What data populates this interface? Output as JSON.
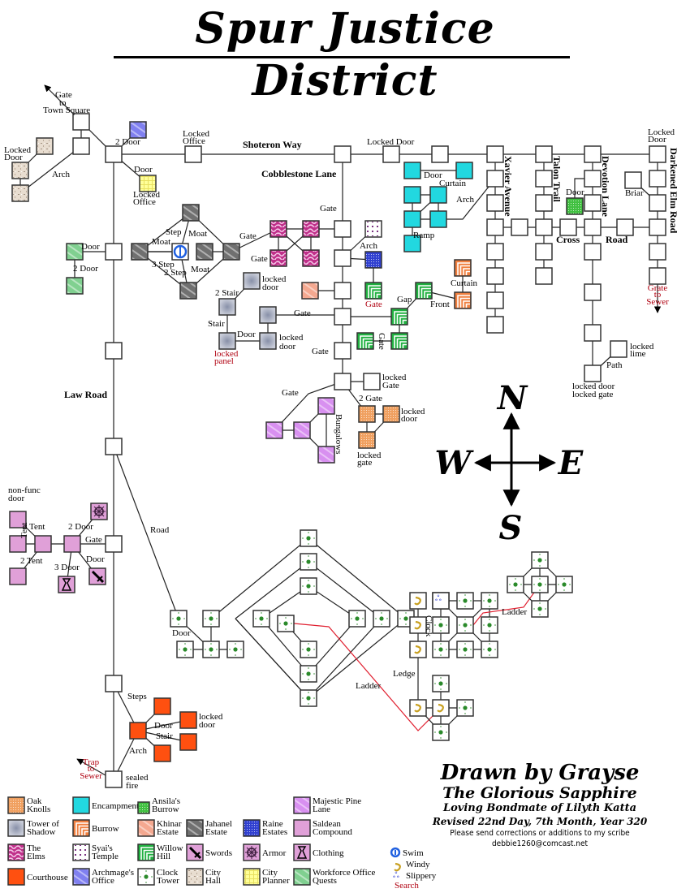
{
  "title": "Spur Justice District",
  "colors": {
    "oak_knolls": "#f0a060",
    "encampment": "#22d8e0",
    "ansilas_burrow": "#40c040",
    "majestic_pine_lane": "#d890f0",
    "tower_of_shadow": "#b8bccc",
    "burrow": "#f08040",
    "khinar_estate": "#f4a890",
    "jahanel_estate": "#707070",
    "raine_estates": "#3040d0",
    "saldean_compound": "#e0a0d8",
    "the_elms": "#c0308a",
    "syais_temple": "#ffffff",
    "willow_hill": "#20b040",
    "swords": "#e0a0d8",
    "armor": "#e0a0d8",
    "clothing": "#e0a0d8",
    "courthouse": "#ff5010",
    "archmages_office": "#8080f0",
    "clock_tower": "#ffffff",
    "city_hall": "#e8ddd0",
    "city_planner": "#ffff99",
    "workforce_office_quests": "#80d090",
    "room": "#ffffff",
    "red_text": "#b00010",
    "red_line": "#e02030"
  },
  "streets": {
    "shoteron_way": "Shoteron Way",
    "cobblestone_lane": "Cobblestone Lane",
    "law_road": "Law Road",
    "xavier_avenue": "Xavier Avenue",
    "talon_trail": "Talon Trail",
    "devotion_lane": "Devotion Lane",
    "darkened_elm_road": "Darkened Elm Road",
    "cross": "Cross",
    "road": "Road",
    "road2": "Road"
  },
  "labels": {
    "gate_to_town_square_1": "Gate",
    "gate_to_town_square_2": "to",
    "gate_to_town_square_3": "Town Square",
    "locked_door_1": "Locked",
    "locked_door_2": "Door",
    "arch_nw": "Arch",
    "two_door_top": "2 Door",
    "locked_office_top_1": "Locked",
    "locked_office_top_2": "Office",
    "door_planner": "Door",
    "locked_office_planner_1": "Locked",
    "locked_office_planner_2": "Office",
    "locked_door_shoteron": "Locked Door",
    "door_wf": "Door",
    "two_door_wf": "2 Door",
    "step": "Step",
    "moat_a": "Moat",
    "moat_b": "Moat",
    "three_step": "3 Step",
    "two_step": "2 Step",
    "moat_c": "Moat",
    "gate_elms": "Gate",
    "gate_elms2": "Gate",
    "gate_cob": "Gate",
    "arch_cob": "Arch",
    "gate_red": "Gate",
    "two_stair": "2 Stair",
    "locked_door_ts1_1": "locked",
    "locked_door_ts1_2": "door",
    "stair": "Stair",
    "door_ts": "Door",
    "locked_panel_1": "locked",
    "locked_panel_2": "panel",
    "gate_ts": "Gate",
    "locked_door_ts2_1": "locked",
    "locked_door_ts2_2": "door",
    "gate_cob2": "Gate",
    "gate_willow": "Gate",
    "gap": "Gap",
    "front": "Front",
    "curtain_burrow": "Curtain",
    "door_enc": "Door",
    "curtain_enc": "Curtain",
    "arch_enc": "Arch",
    "ramp": "Ramp",
    "door_ansila": "Door",
    "briar": "Briar",
    "locked_door_ne_1": "Locked",
    "locked_door_ne_2": "Door",
    "grate_1": "Grate",
    "grate_2": "to",
    "grate_3": "Sewer",
    "path": "Path",
    "locked_lime_1": "locked",
    "locked_lime_2": "lime",
    "locked_door_gate_1": "locked door",
    "locked_door_gate_2": "locked gate",
    "locked_gate_1": "locked",
    "locked_gate_2": "Gate",
    "gate_bung": "Gate",
    "two_gate": "2 Gate",
    "bungalows": "Bungalows",
    "locked_door_oak_1": "locked",
    "locked_door_oak_2": "door",
    "locked_gate_oak_1": "locked",
    "locked_gate_oak_2": "gate",
    "non_func_1": "non-func",
    "non_func_2": "door",
    "three_tent": "3 Tent",
    "tent": "Tent",
    "two_tent": "2 Tent",
    "two_door_sal": "2 Door",
    "gate_sal": "Gate",
    "three_door": "3 Door",
    "door_sal": "Door",
    "road_diag": "Road",
    "door_clock": "Door",
    "ladder_1": "Ladder",
    "ledge": "Ledge",
    "clock": "Clock",
    "ladder_2": "Ladder",
    "steps": "Steps",
    "door_court": "Door",
    "stair_court": "Stair",
    "arch_court": "Arch",
    "locked_door_court_1": "locked",
    "locked_door_court_2": "door",
    "trap_1": "Trap",
    "trap_2": "to",
    "trap_3": "Sewer",
    "sealed_1": "sealed",
    "sealed_2": "fire"
  },
  "compass": {
    "n": "N",
    "s": "S",
    "e": "E",
    "w": "W"
  },
  "legend": [
    {
      "key": "oak_knolls",
      "pattern": "dots",
      "label1": "Oak",
      "label2": "Knolls"
    },
    {
      "key": "encampment",
      "pattern": "solid",
      "label1": "Encampment",
      "label2": ""
    },
    {
      "key": "ansilas_burrow",
      "pattern": "dots",
      "label1": "Ansila's",
      "label2": "Burrow"
    },
    {
      "key": "majestic_pine_lane",
      "pattern": "stripes",
      "label1": "Majestic Pine",
      "label2": "Lane"
    },
    {
      "key": "tower_of_shadow",
      "pattern": "shadow",
      "label1": "Tower of",
      "label2": "Shadow"
    },
    {
      "key": "burrow",
      "pattern": "corner",
      "label1": "Burrow",
      "label2": ""
    },
    {
      "key": "khinar_estate",
      "pattern": "stripes",
      "label1": "Khinar",
      "label2": "Estate"
    },
    {
      "key": "jahanel_estate",
      "pattern": "stripes",
      "label1": "Jahanel",
      "label2": "Estate"
    },
    {
      "key": "raine_estates",
      "pattern": "dots",
      "label1": "Raine",
      "label2": "Estates"
    },
    {
      "key": "saldean_compound",
      "pattern": "solid",
      "label1": "Saldean",
      "label2": "Compound"
    },
    {
      "key": "the_elms",
      "pattern": "marble",
      "label1": "The",
      "label2": "Elms"
    },
    {
      "key": "syais_temple",
      "pattern": "sparse",
      "label1": "Syai's",
      "label2": "Temple"
    },
    {
      "key": "willow_hill",
      "pattern": "corner",
      "label1": "Willow",
      "label2": "Hill"
    },
    {
      "key": "swords",
      "pattern": "sword",
      "label1": "Swords",
      "label2": ""
    },
    {
      "key": "armor",
      "pattern": "armor",
      "label1": "Armor",
      "label2": ""
    },
    {
      "key": "clothing",
      "pattern": "tie",
      "label1": "Clothing",
      "label2": ""
    },
    {
      "key": "courthouse",
      "pattern": "solid",
      "label1": "Courthouse",
      "label2": ""
    },
    {
      "key": "archmages_office",
      "pattern": "stripes",
      "label1": "Archmage's",
      "label2": "Office"
    },
    {
      "key": "clock_tower",
      "pattern": "clock",
      "label1": "Clock",
      "label2": "Tower"
    },
    {
      "key": "city_hall",
      "pattern": "speckle",
      "label1": "City",
      "label2": "Hall"
    },
    {
      "key": "city_planner",
      "pattern": "grid",
      "label1": "City",
      "label2": "Planner"
    },
    {
      "key": "workforce_office_quests",
      "pattern": "stripes",
      "label1": "Workforce Office",
      "label2": "Quests"
    }
  ],
  "legend_symbols": {
    "swim": "Swim",
    "windy": "Windy",
    "slippery": "Slippery",
    "search": "Search"
  },
  "credits": {
    "line1": "Drawn by Grayse",
    "line2": "The Glorious Sapphire",
    "line3": "Loving Bondmate of Lilyth Katta",
    "line4": "Revised 22nd Day, 7th Month, Year 320",
    "line5": "Please send corrections or additions to my scribe",
    "line6": "debbie1260@comcast.net"
  }
}
